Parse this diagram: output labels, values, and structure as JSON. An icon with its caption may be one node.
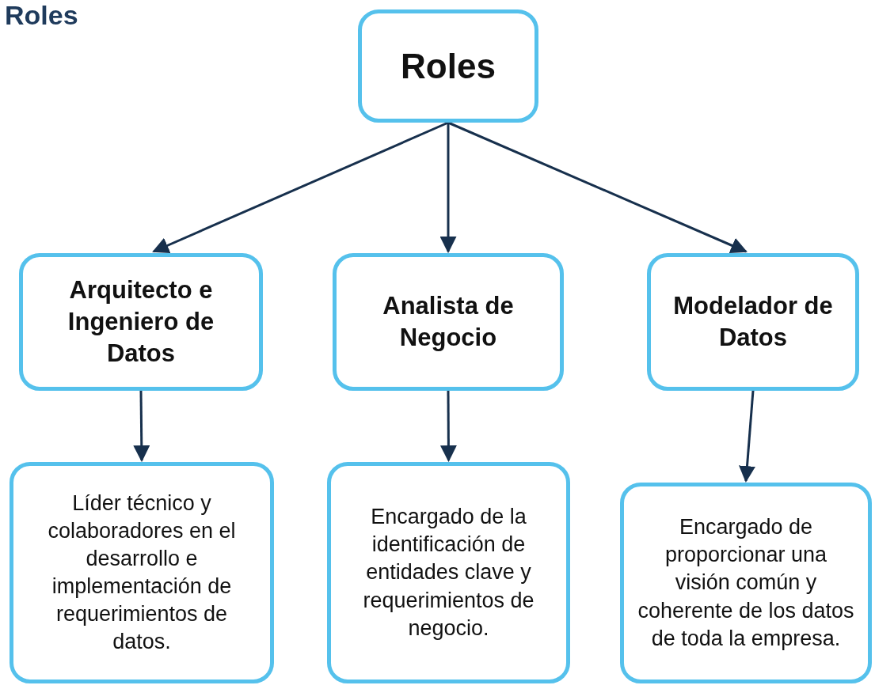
{
  "diagram": {
    "title": "Roles",
    "nodes": [
      {
        "text": [
          "Roles"
        ]
      },
      {
        "text": [
          "Arquitecto e Ingeniero de Datos"
        ]
      },
      {
        "text": [
          "Analista de Negocio"
        ]
      },
      {
        "text": [
          "Modelador de Datos"
        ]
      },
      {
        "text": [
          "Líder técnico y colaboradores en el desarrollo e implementación de requerimientos de datos."
        ]
      },
      {
        "text": [
          "Encargado de la identificación de entidades clave y requerimientos de negocio."
        ]
      },
      {
        "text": [
          "Encargado de proporcionar una visión común y coherente de los datos de toda la empresa."
        ]
      }
    ],
    "edges": [
      {
        "from": 0,
        "to": 1,
        "arrow": "to"
      },
      {
        "from": 0,
        "to": 2,
        "arrow": "to"
      },
      {
        "from": 0,
        "to": 3,
        "arrow": "to"
      },
      {
        "from": 1,
        "to": 4,
        "arrow": "to"
      },
      {
        "from": 2,
        "to": 5,
        "arrow": "to"
      },
      {
        "from": 3,
        "to": 6,
        "arrow": "to"
      }
    ]
  }
}
